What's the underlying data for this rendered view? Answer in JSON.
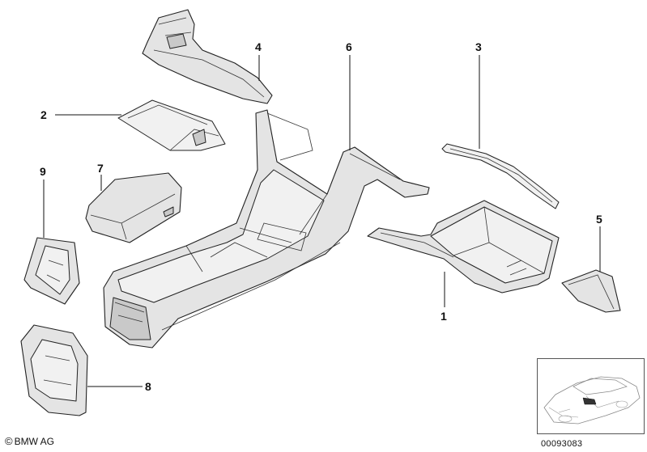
{
  "callouts": {
    "c1": "1",
    "c2": "2",
    "c3": "3",
    "c4": "4",
    "c5": "5",
    "c6": "6",
    "c7": "7",
    "c8": "8",
    "c9": "9"
  },
  "footer": {
    "copyright_symbol": "©",
    "brand": "BMW AG",
    "diagram_number": "00093083"
  },
  "colors": {
    "part_fill": "#e4e4e4",
    "outline": "#222222"
  }
}
